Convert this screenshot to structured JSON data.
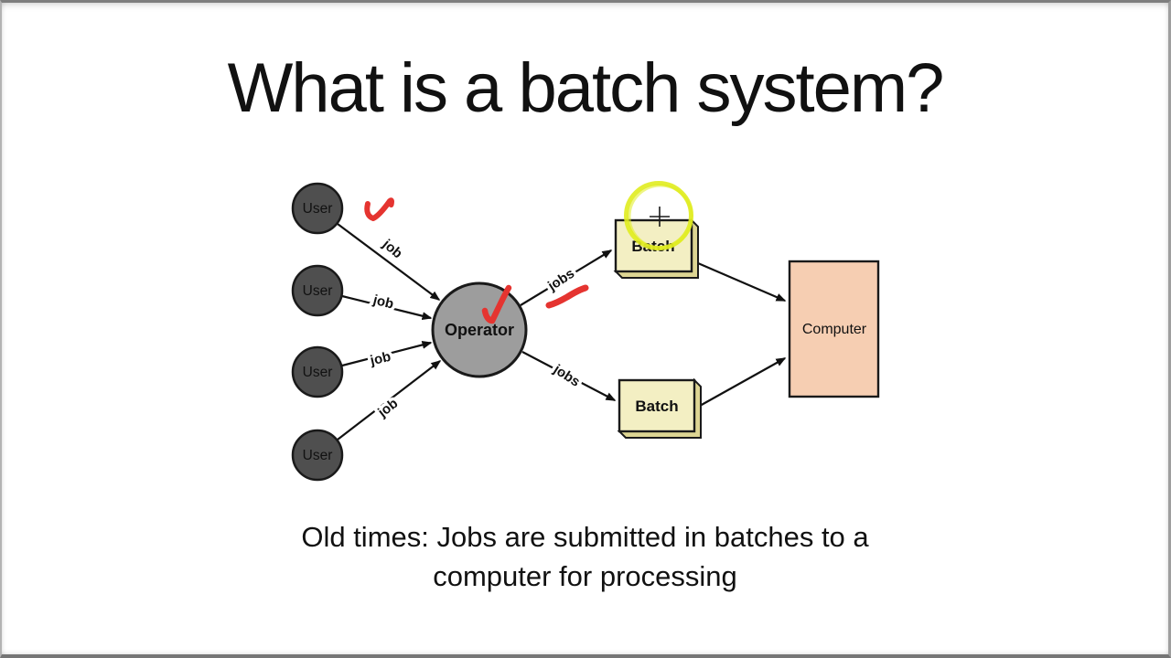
{
  "slide": {
    "title": "What is a batch system?",
    "caption": {
      "line1": "Old times: Jobs are submitted in batches to a",
      "line2": "computer for processing"
    }
  },
  "diagram": {
    "users": [
      "User",
      "User",
      "User",
      "User"
    ],
    "user_edge_labels": [
      "job",
      "job",
      "job",
      "job"
    ],
    "operator_label": "Operator",
    "operator_edge_labels": [
      "jobs",
      "jobs"
    ],
    "batch_labels": [
      "Batch",
      "Batch"
    ],
    "computer_label": "Computer"
  },
  "annotations": {
    "marks": [
      "red-check-user-job",
      "red-check-operator",
      "red-underline-jobs",
      "yellow-highlight-ring",
      "crosshair-cursor"
    ]
  },
  "colors": {
    "background": "#ffffff",
    "text": "#111111",
    "user_fill": "#4f4f4f",
    "user_text": "#c6c6c6",
    "operator_fill": "#9d9d9d",
    "batch_fill": "#f3efc3",
    "batch_side_fill": "#ddd593",
    "computer_fill": "#f6ceb2",
    "annotation_red": "#e53430",
    "highlight_yellow": "#e0ec1f",
    "arrow": "#111111"
  }
}
